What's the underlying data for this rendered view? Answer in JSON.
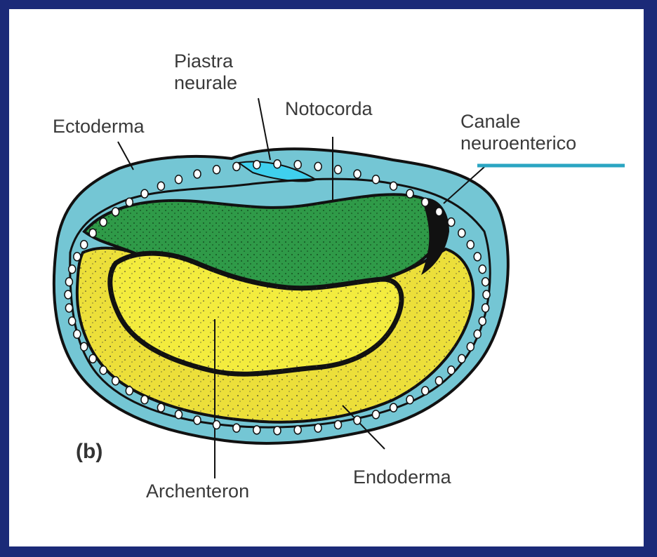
{
  "panel": "(b)",
  "labels": {
    "piastra_neurale": "Piastra\nneurale",
    "notocorda": "Notocorda",
    "ectoderma": "Ectoderma",
    "canale_neuroenterico": "Canale\nneuroenterico",
    "archenteron": "Archenteron",
    "endoderma": "Endoderma"
  },
  "colors": {
    "frame": "#1b2a78",
    "ectoderm": "#74c6d4",
    "mesoderm_notochord": "#2f9a48",
    "endoderm": "#ecdf3a",
    "outline": "#111111",
    "highlight_line": "#2aa5c2"
  }
}
